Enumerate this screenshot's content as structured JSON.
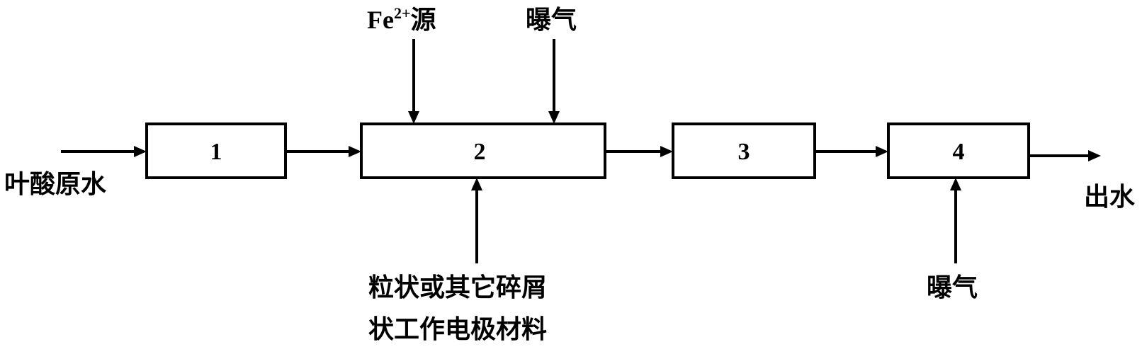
{
  "diagram": {
    "units": [
      {
        "number": "1"
      },
      {
        "number": "2"
      },
      {
        "number": "3"
      },
      {
        "number": "4"
      }
    ],
    "labels": {
      "inlet": "叶酸原水",
      "outlet": "出水",
      "fe_source_prefix": "Fe",
      "fe_source_superscript": "2+",
      "fe_source_suffix": "源",
      "aeration_top": "曝气",
      "aeration_bottom": "曝气",
      "electrode_line1": "粒状或其它碎屑",
      "electrode_line2": "状工作电极材料"
    }
  }
}
